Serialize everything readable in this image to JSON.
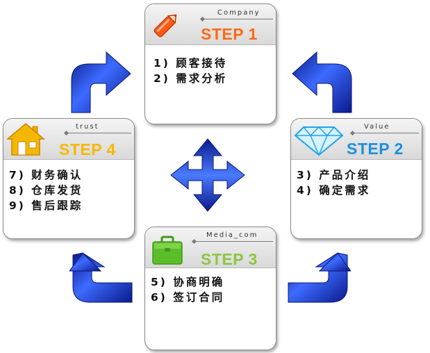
{
  "steps": [
    {
      "tag": "Company",
      "title": "STEP 1",
      "color": "#ff6a14",
      "items": [
        "1) 顾客接待",
        "2) 需求分析"
      ],
      "icon": "pencil-icon"
    },
    {
      "tag": "Value",
      "title": "STEP 2",
      "color": "#1b8fe0",
      "items": [
        "3) 产品介绍",
        "4) 确定需求"
      ],
      "icon": "diamond-icon"
    },
    {
      "tag": "Media_com",
      "title": "STEP 3",
      "color": "#8cc63f",
      "items": [
        "5) 协商明确",
        "6) 签订合同"
      ],
      "icon": "briefcase-icon"
    },
    {
      "tag": "trust",
      "title": "STEP 4",
      "color": "#f5b800",
      "items": [
        "7) 财务确认",
        "8) 仓库发货",
        "9) 售后跟踪"
      ],
      "icon": "house-icon"
    }
  ],
  "colors": {
    "arrow": "#1530b0",
    "arrow_highlight": "#4a7bff"
  }
}
